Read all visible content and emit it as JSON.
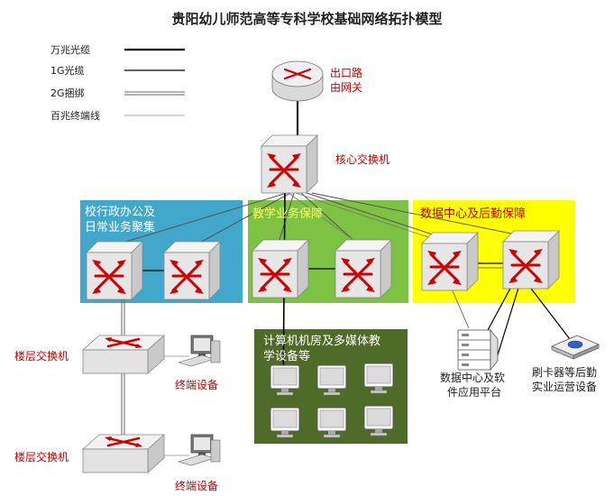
{
  "title": "贵阳幼儿师范高等专科学校基础网络拓扑模型",
  "legend": [
    {
      "label": "万兆光缆",
      "style": "thick"
    },
    {
      "label": "1G光缆",
      "style": "thin"
    },
    {
      "label": "2G捆绑",
      "style": "double"
    },
    {
      "label": "百兆终端线",
      "style": "light"
    }
  ],
  "router": {
    "label_line1": "出口路",
    "label_line2": "由网关"
  },
  "core": {
    "label": "核心交换机"
  },
  "zones": {
    "admin": {
      "line1": "校行政办公及",
      "line2": "日常业务聚集",
      "color": "#41a8cc"
    },
    "teaching": {
      "line1": "教学业务保障",
      "color": "#7dc242"
    },
    "datacenter": {
      "line1": "数据中心及后勤保障",
      "color": "#ffff00"
    },
    "lab": {
      "line1": "计算机机房及多媒体教",
      "line2": "学设备等",
      "color": "#4f6b28"
    }
  },
  "floor1": {
    "label": "楼层交换机",
    "terminal": "终端设备"
  },
  "floor2": {
    "label": "楼层交换机",
    "terminal": "终端设备"
  },
  "platform": {
    "line1": "数据中心及软",
    "line2": "件应用平台"
  },
  "cardreader": {
    "line1": "刷卡器等后勤",
    "line2": "实业运营设备"
  }
}
